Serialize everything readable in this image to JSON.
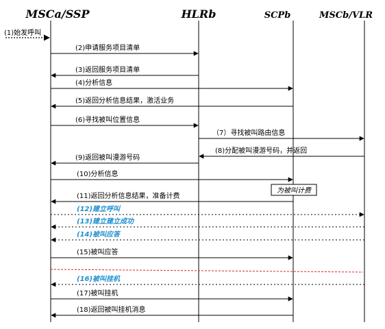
{
  "entities": [
    {
      "id": "msca",
      "label": "MSCa/SSP"
    },
    {
      "id": "hlrb",
      "label": "HLRb"
    },
    {
      "id": "scpb",
      "label": "SCPb"
    },
    {
      "id": "mscb",
      "label": "MSCb/VLR"
    }
  ],
  "initial_label": "(1)始发呼叫",
  "messages": [
    {
      "label": "(2)申请服务项目清单",
      "from": "msca",
      "to": "hlrb",
      "style": "solid",
      "label_color": "#000000"
    },
    {
      "label": "(3)返回服务项目清单",
      "from": "hlrb",
      "to": "msca",
      "style": "solid",
      "label_color": "#000000"
    },
    {
      "label": "(4)分析信息",
      "from": "msca",
      "to": "scpb",
      "style": "solid",
      "label_color": "#000000"
    },
    {
      "label": "(5)返回分析信息结果，激活业务",
      "from": "scpb",
      "to": "msca",
      "style": "solid",
      "label_color": "#000000"
    },
    {
      "label": "(6)寻找被叫位置信息",
      "from": "msca",
      "to": "hlrb",
      "style": "solid",
      "label_color": "#000000"
    },
    {
      "label": "（7）寻找被叫路由信息",
      "from": "hlrb",
      "to": "mscb",
      "style": "solid",
      "label_color": "#000000"
    },
    {
      "label": "(8)分配被叫漫游号码，并返回",
      "from": "mscb",
      "to": "hlrb",
      "style": "solid",
      "label_color": "#000000"
    },
    {
      "label": "(9)返回被叫漫游号码",
      "from": "hlrb",
      "to": "msca",
      "style": "solid",
      "label_color": "#000000"
    },
    {
      "label": "(10)分析信息",
      "from": "msca",
      "to": "scpb",
      "style": "solid",
      "label_color": "#000000"
    },
    {
      "label": "(11)返回分析信息结果，准备计费",
      "from": "scpb",
      "to": "msca",
      "style": "solid",
      "label_color": "#000000"
    },
    {
      "label": "(12)建立呼叫",
      "from": "msca",
      "to": "mscb",
      "style": "dotted",
      "label_color": "#1f8fd0"
    },
    {
      "label": "(13)建立建立成功",
      "from": "mscb",
      "to": "msca",
      "style": "dotted",
      "label_color": "#1f8fd0"
    },
    {
      "label": "(14)被叫应答",
      "from": "mscb",
      "to": "msca",
      "style": "dotted",
      "label_color": "#1f8fd0"
    },
    {
      "label": "(15)被叫应答",
      "from": "msca",
      "to": "scpb",
      "style": "solid",
      "label_color": "#000000"
    },
    {
      "label": "(16)被叫挂机",
      "from": "mscb",
      "to": "msca",
      "style": "dotted",
      "label_color": "#1f8fd0"
    },
    {
      "label": "(17)被叫挂机",
      "from": "msca",
      "to": "scpb",
      "style": "solid",
      "label_color": "#000000"
    },
    {
      "label": "(18)返回被叫挂机消息",
      "from": "scpb",
      "to": "msca",
      "style": "solid",
      "label_color": "#000000"
    }
  ],
  "note": {
    "label": "为被叫计费"
  },
  "separator_color": "#e0201c"
}
